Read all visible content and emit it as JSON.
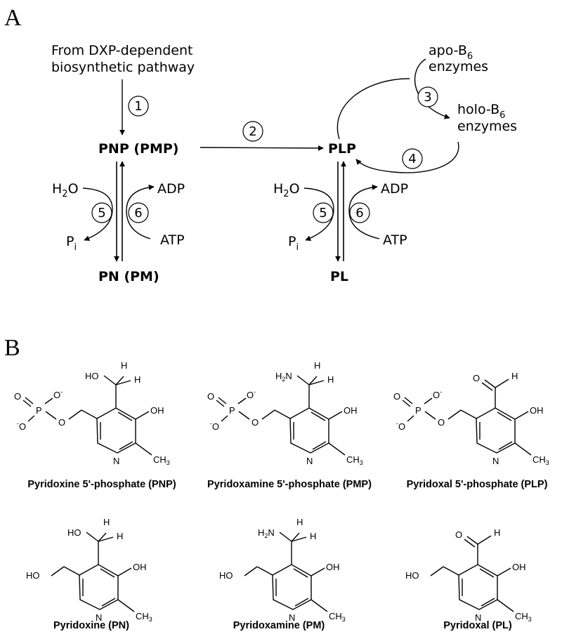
{
  "panel_a": {
    "label": "A",
    "source_line1": "From DXP-dependent",
    "source_line2": "biosynthetic pathway",
    "pnp_pmp": "PNP (PMP)",
    "pn_pm": "PN (PM)",
    "plp": "PLP",
    "pl": "PL",
    "h2o": "H",
    "h2o_sub": "2",
    "h2o_tail": "O",
    "pi": "P",
    "pi_sub": "i",
    "adp": "ADP",
    "atp": "ATP",
    "apo_line1": "apo-B",
    "apo_sub": "6",
    "apo_line2": "enzymes",
    "holo_line1": "holo-B",
    "holo_sub": "6",
    "holo_line2": "enzymes",
    "steps": [
      "1",
      "2",
      "3",
      "4",
      "5",
      "6"
    ]
  },
  "panel_b": {
    "label": "B",
    "atoms": {
      "ho": "HO",
      "oh": "OH",
      "h": "H",
      "n": "N",
      "ch": "CH",
      "ch_sub": "3",
      "h2n": "H",
      "h2n_sub": "2",
      "h2n_tail": "N",
      "o": "O",
      "o_minus": "O",
      "minus": "-",
      "p": "P"
    },
    "captions": [
      "Pyridoxine 5'-phosphate (PNP)",
      "Pyridoxamine 5'-phosphate (PMP)",
      "Pyridoxal 5'-phosphate (PLP)",
      "Pyridoxine (PN)",
      "Pyridoxamine (PM)",
      "Pyridoxal (PL)"
    ]
  }
}
